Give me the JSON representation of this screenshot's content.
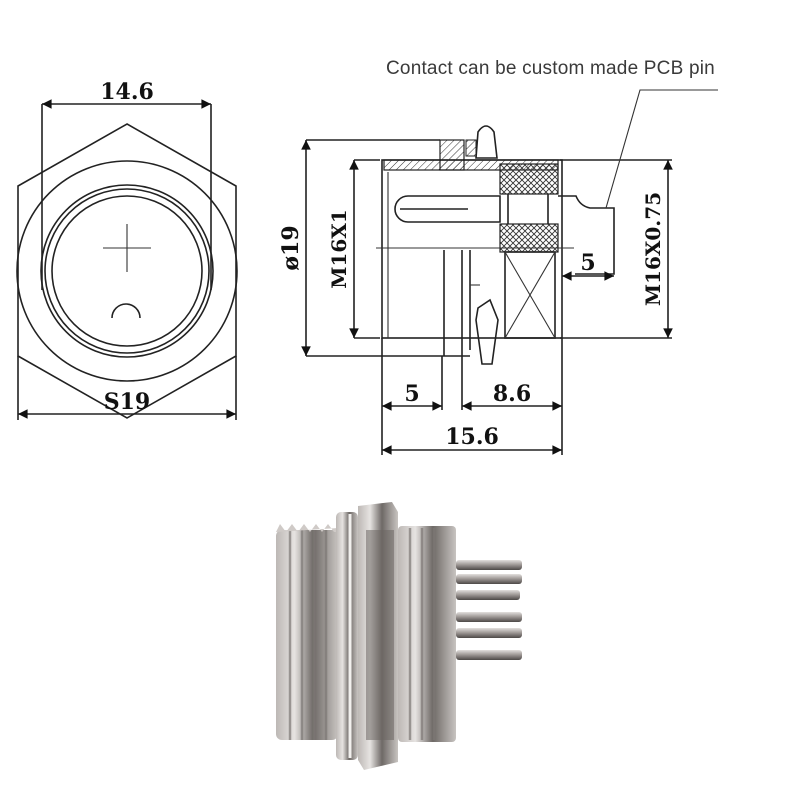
{
  "drawing": {
    "front_view": {
      "top_dimension": "14.6",
      "bottom_dimension": "S19"
    },
    "side_view": {
      "outer_diameter": "ø19",
      "thread_left": "M16X1",
      "thread_right": "M16X0.75",
      "pin_length": "5",
      "front_length": "5",
      "rear_length": "8.6",
      "total_length": "15.6"
    },
    "callout_note": "Contact can be custom made PCB pin"
  },
  "photo": {
    "subject": "metal panel-mount circular connector with PCB pins"
  },
  "colors": {
    "line": "#222222",
    "metal_light": "#d9d6d4",
    "metal_mid": "#a8a3a0",
    "metal_dark": "#5e5a58"
  }
}
